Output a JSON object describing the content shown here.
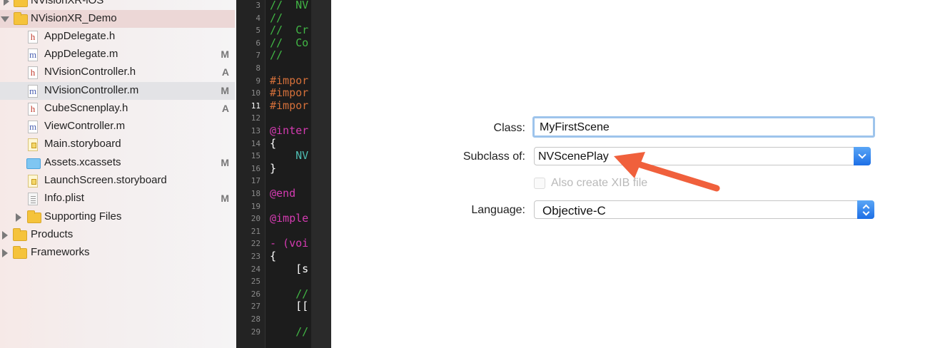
{
  "navigator": {
    "items": [
      {
        "label": "NVisionXR-iOS",
        "badge": "",
        "icon": "folder-icon"
      },
      {
        "label": "NVisionXR_Demo",
        "badge": "",
        "icon": "folder-icon"
      },
      {
        "label": "AppDelegate.h",
        "badge": "",
        "icon": "header-file-icon",
        "glyph": "h"
      },
      {
        "label": "AppDelegate.m",
        "badge": "M",
        "icon": "objc-file-icon",
        "glyph": "m"
      },
      {
        "label": "NVisionController.h",
        "badge": "A",
        "icon": "header-file-icon",
        "glyph": "h"
      },
      {
        "label": "NVisionController.m",
        "badge": "M",
        "icon": "objc-file-icon",
        "glyph": "m"
      },
      {
        "label": "CubeScnenplay.h",
        "badge": "A",
        "icon": "header-file-icon",
        "glyph": "h"
      },
      {
        "label": "ViewController.m",
        "badge": "",
        "icon": "objc-file-icon",
        "glyph": "m"
      },
      {
        "label": "Main.storyboard",
        "badge": "",
        "icon": "storyboard-icon"
      },
      {
        "label": "Assets.xcassets",
        "badge": "M",
        "icon": "asset-catalog-icon"
      },
      {
        "label": "LaunchScreen.storyboard",
        "badge": "",
        "icon": "storyboard-icon"
      },
      {
        "label": "Info.plist",
        "badge": "M",
        "icon": "plist-icon"
      },
      {
        "label": "Supporting Files",
        "badge": "",
        "icon": "folder-icon"
      },
      {
        "label": "Products",
        "badge": "",
        "icon": "folder-icon"
      },
      {
        "label": "Frameworks",
        "badge": "",
        "icon": "folder-icon"
      }
    ]
  },
  "editor": {
    "line_numbers": [
      "3",
      "4",
      "5",
      "6",
      "7",
      "8",
      "9",
      "10",
      "11",
      "12",
      "13",
      "14",
      "15",
      "16",
      "17",
      "18",
      "19",
      "20",
      "21",
      "22",
      "23",
      "24",
      "25",
      "26",
      "27",
      "28",
      "29"
    ],
    "current_line": "11",
    "lines": [
      {
        "text": "//  NV",
        "kind": "comment"
      },
      {
        "text": "//",
        "kind": "comment"
      },
      {
        "text": "//  Cr",
        "kind": "comment"
      },
      {
        "text": "//  Co",
        "kind": "comment"
      },
      {
        "text": "//",
        "kind": "comment"
      },
      {
        "text": "",
        "kind": "plain"
      },
      {
        "text": "#impor",
        "kind": "pre"
      },
      {
        "text": "#impor",
        "kind": "pre"
      },
      {
        "text": "#impor",
        "kind": "pre"
      },
      {
        "text": "",
        "kind": "plain"
      },
      {
        "text": "@inter",
        "kind": "kw"
      },
      {
        "text": "{",
        "kind": "plain"
      },
      {
        "text": "    NV",
        "kind": "type"
      },
      {
        "text": "}",
        "kind": "plain"
      },
      {
        "text": "",
        "kind": "plain"
      },
      {
        "text": "@end",
        "kind": "kw"
      },
      {
        "text": "",
        "kind": "plain"
      },
      {
        "text": "@imple",
        "kind": "kw"
      },
      {
        "text": "",
        "kind": "plain"
      },
      {
        "text": "- (voi",
        "kind": "kw"
      },
      {
        "text": "{",
        "kind": "plain"
      },
      {
        "text": "    [s",
        "kind": "plain"
      },
      {
        "text": "",
        "kind": "plain"
      },
      {
        "text": "    //",
        "kind": "comment"
      },
      {
        "text": "    [[",
        "kind": "plain"
      },
      {
        "text": "",
        "kind": "plain"
      },
      {
        "text": "    //",
        "kind": "comment"
      }
    ]
  },
  "dialog": {
    "class_label": "Class:",
    "class_value": "MyFirstScene",
    "subclass_label": "Subclass of:",
    "subclass_value": "NVScenePlay",
    "xib_label": "Also create XIB file",
    "xib_checked": false,
    "language_label": "Language:",
    "language_value": "Objective-C",
    "annotation_color": "#f0603c"
  }
}
